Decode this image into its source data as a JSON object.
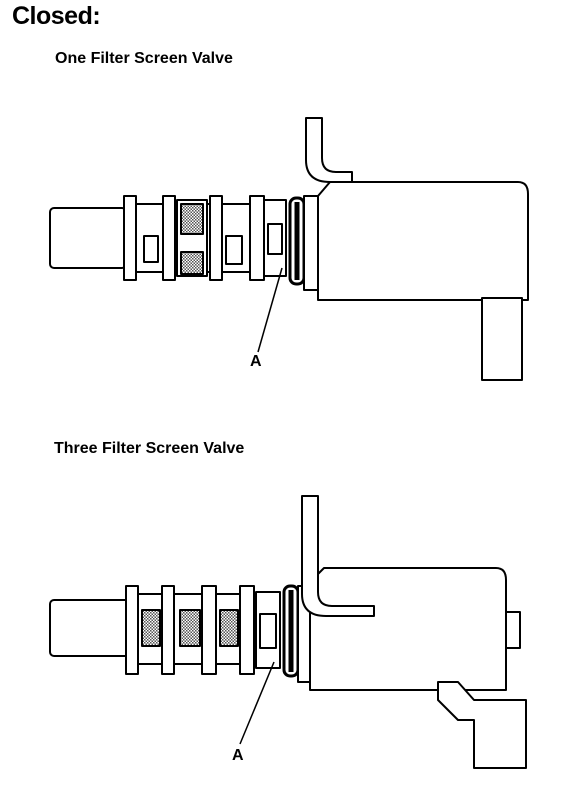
{
  "title": "Closed:",
  "figures": [
    {
      "caption": "One Filter Screen Valve",
      "callout": "A"
    },
    {
      "caption": "Three Filter Screen Valve",
      "callout": "A"
    }
  ],
  "colors": {
    "ink": "#000000",
    "paper": "#ffffff",
    "screen_mesh": "#9a9a9a"
  }
}
